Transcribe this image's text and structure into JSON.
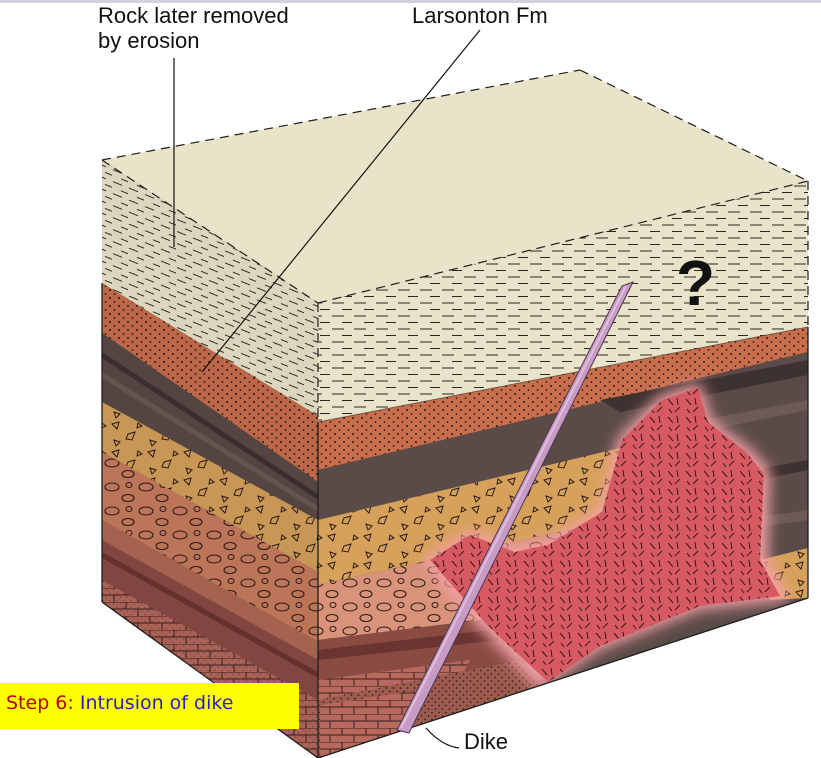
{
  "labels": {
    "rock_removed_line1": "Rock later removed",
    "rock_removed_line2": "by erosion",
    "larsonton": "Larsonton Fm",
    "dike": "Dike",
    "unknown": "?"
  },
  "step": {
    "number": "Step 6:",
    "text": "Intrusion of dike"
  },
  "colors": {
    "top_tan": "#e9e4c9",
    "upper_sandstone": "#c86e4d",
    "dark_shale": "#5a4a48",
    "gold_breccia": "#d6a15b",
    "salmon_conglomerate": "#c87d5f",
    "maroon_band": "#8a4b43",
    "limestone": "#b0665a",
    "intrusion": "#d75a62",
    "intrusion_glow": "#f4a0a4",
    "dike": "#c79bc4",
    "highlight_box": "#ffff00"
  }
}
